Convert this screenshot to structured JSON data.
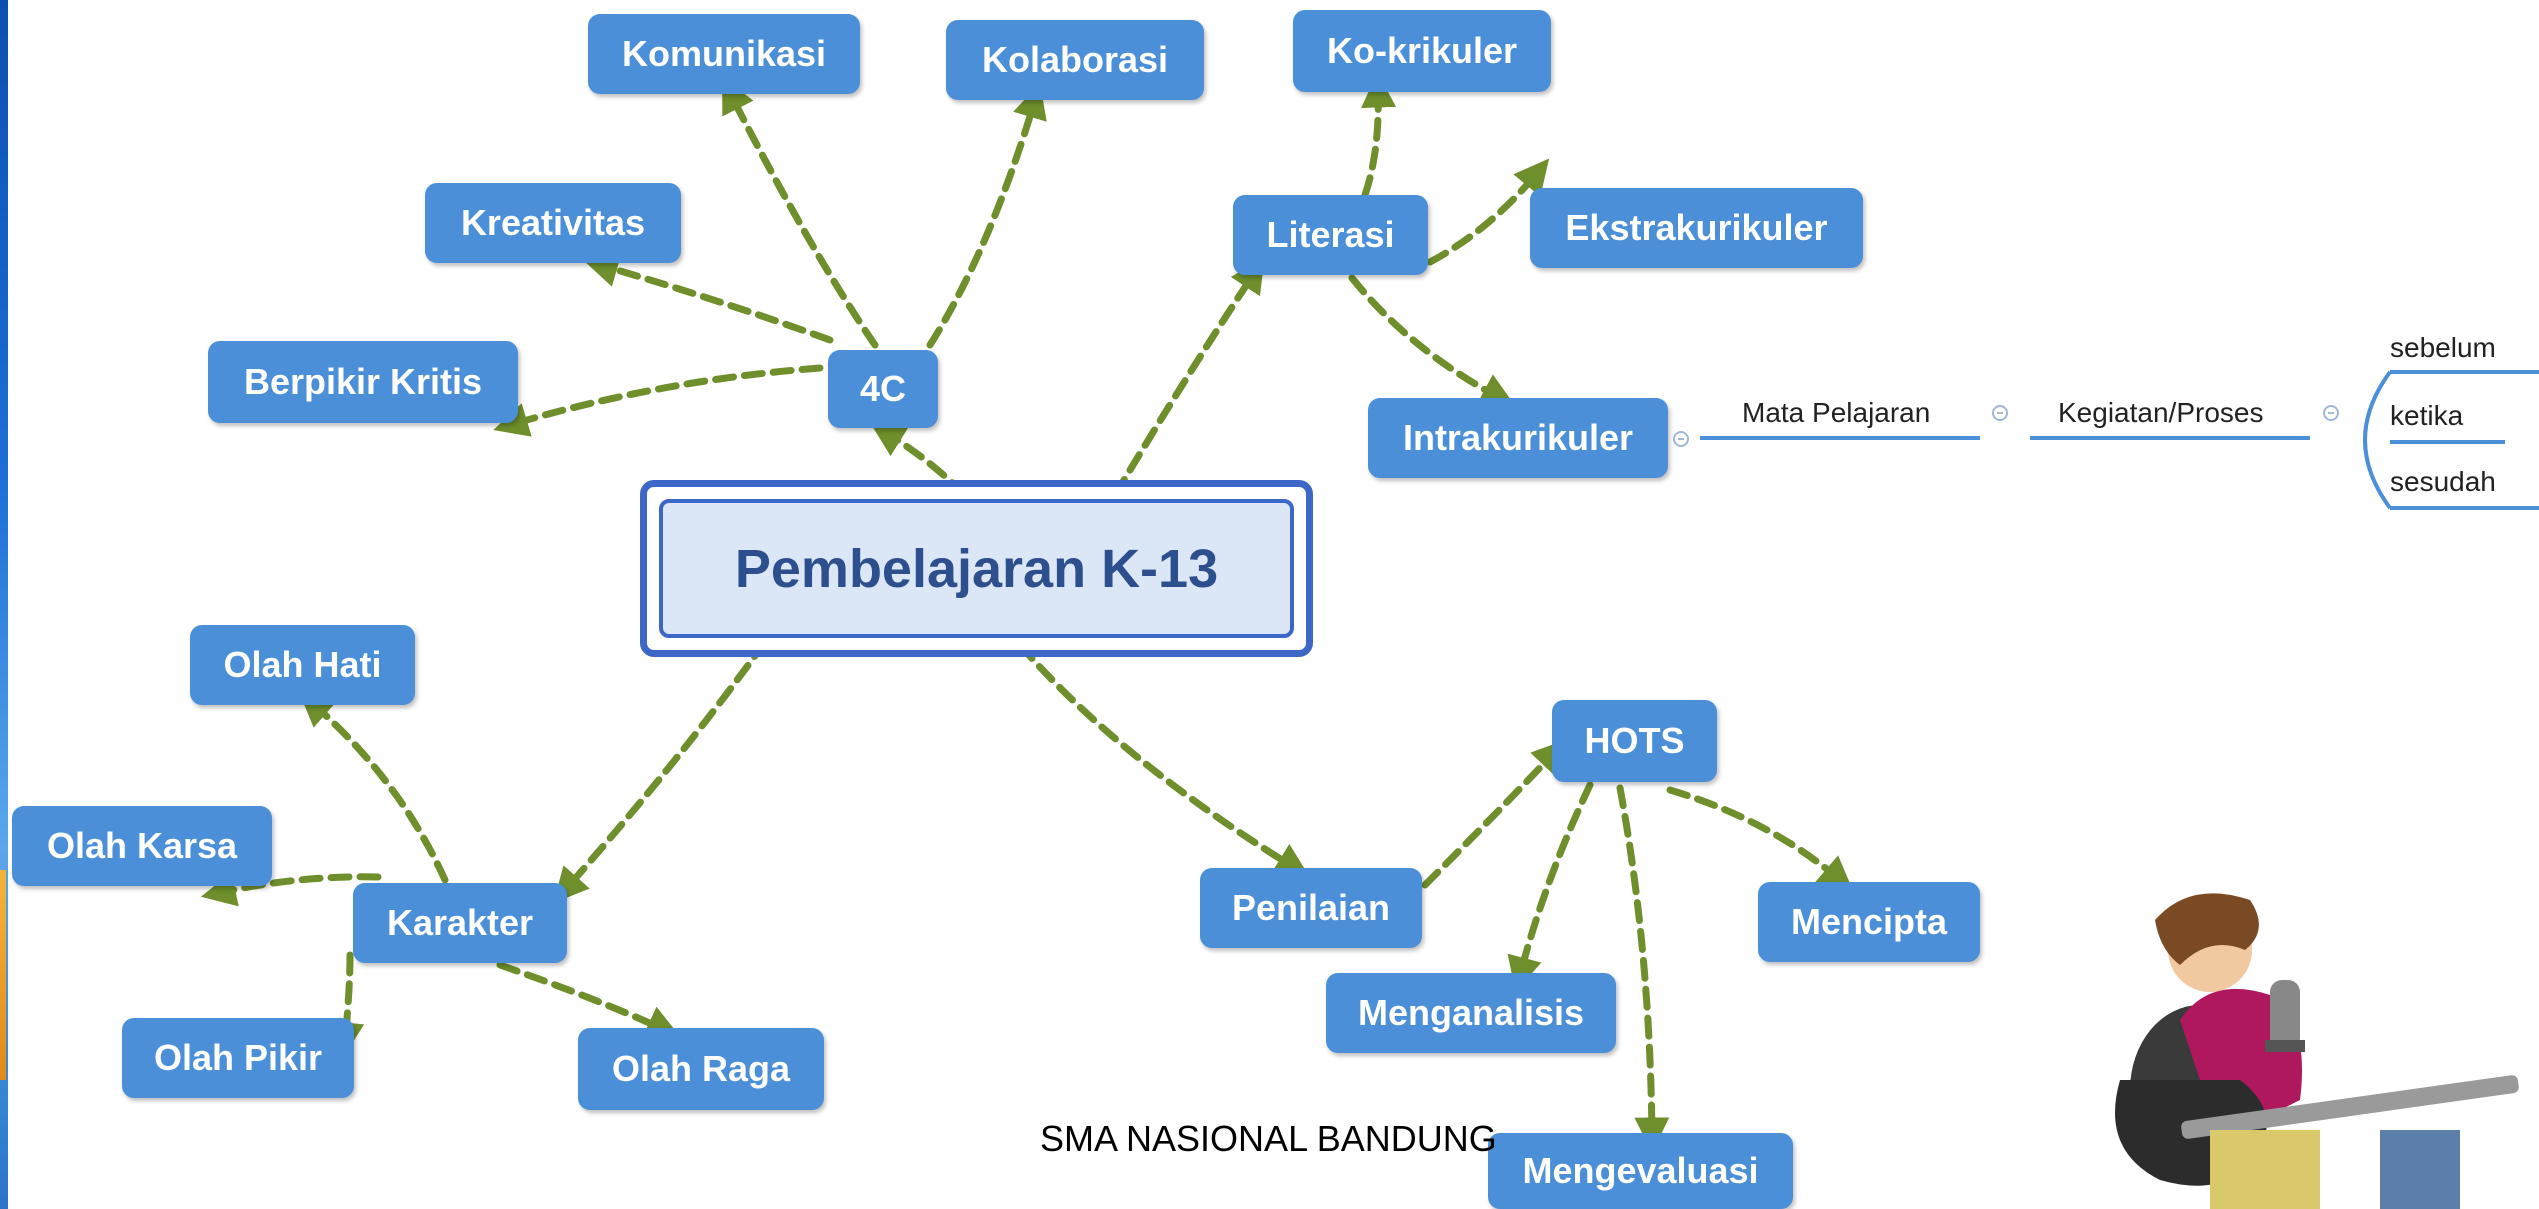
{
  "central_topic": "Pembelajaran K-13",
  "nodes": {
    "c4": "4C",
    "komunikasi": "Komunikasi",
    "kolaborasi": "Kolaborasi",
    "kreativitas": "Kreativitas",
    "berpikir_kritis": "Berpikir Kritis",
    "literasi": "Literasi",
    "ko_krikuler": "Ko-krikuler",
    "ekstrakurikuler": "Ekstrakurikuler",
    "intrakurikuler": "Intrakurikuler",
    "karakter": "Karakter",
    "olah_hati": "Olah Hati",
    "olah_karsa": "Olah Karsa",
    "olah_pikir": "Olah Pikir",
    "olah_raga": "Olah Raga",
    "penilaian": "Penilaian",
    "hots": "HOTS",
    "mencipta": "Mencipta",
    "menganalisis": "Menganalisis",
    "mengevaluasi": "Mengevaluasi"
  },
  "subtree": {
    "mata_pelajaran": "Mata Pelajaran",
    "kegiatan_proses": "Kegiatan/Proses",
    "stages": [
      "sebelum",
      "ketika",
      "sesudah"
    ]
  },
  "caption": "SMA NASIONAL BANDUNG",
  "colors": {
    "node": "#4a8fd8",
    "connector": "#6e8f2c",
    "center_border": "#3d67c7",
    "center_fill": "#dbe6f6",
    "tree_line": "#4a8fd8"
  }
}
